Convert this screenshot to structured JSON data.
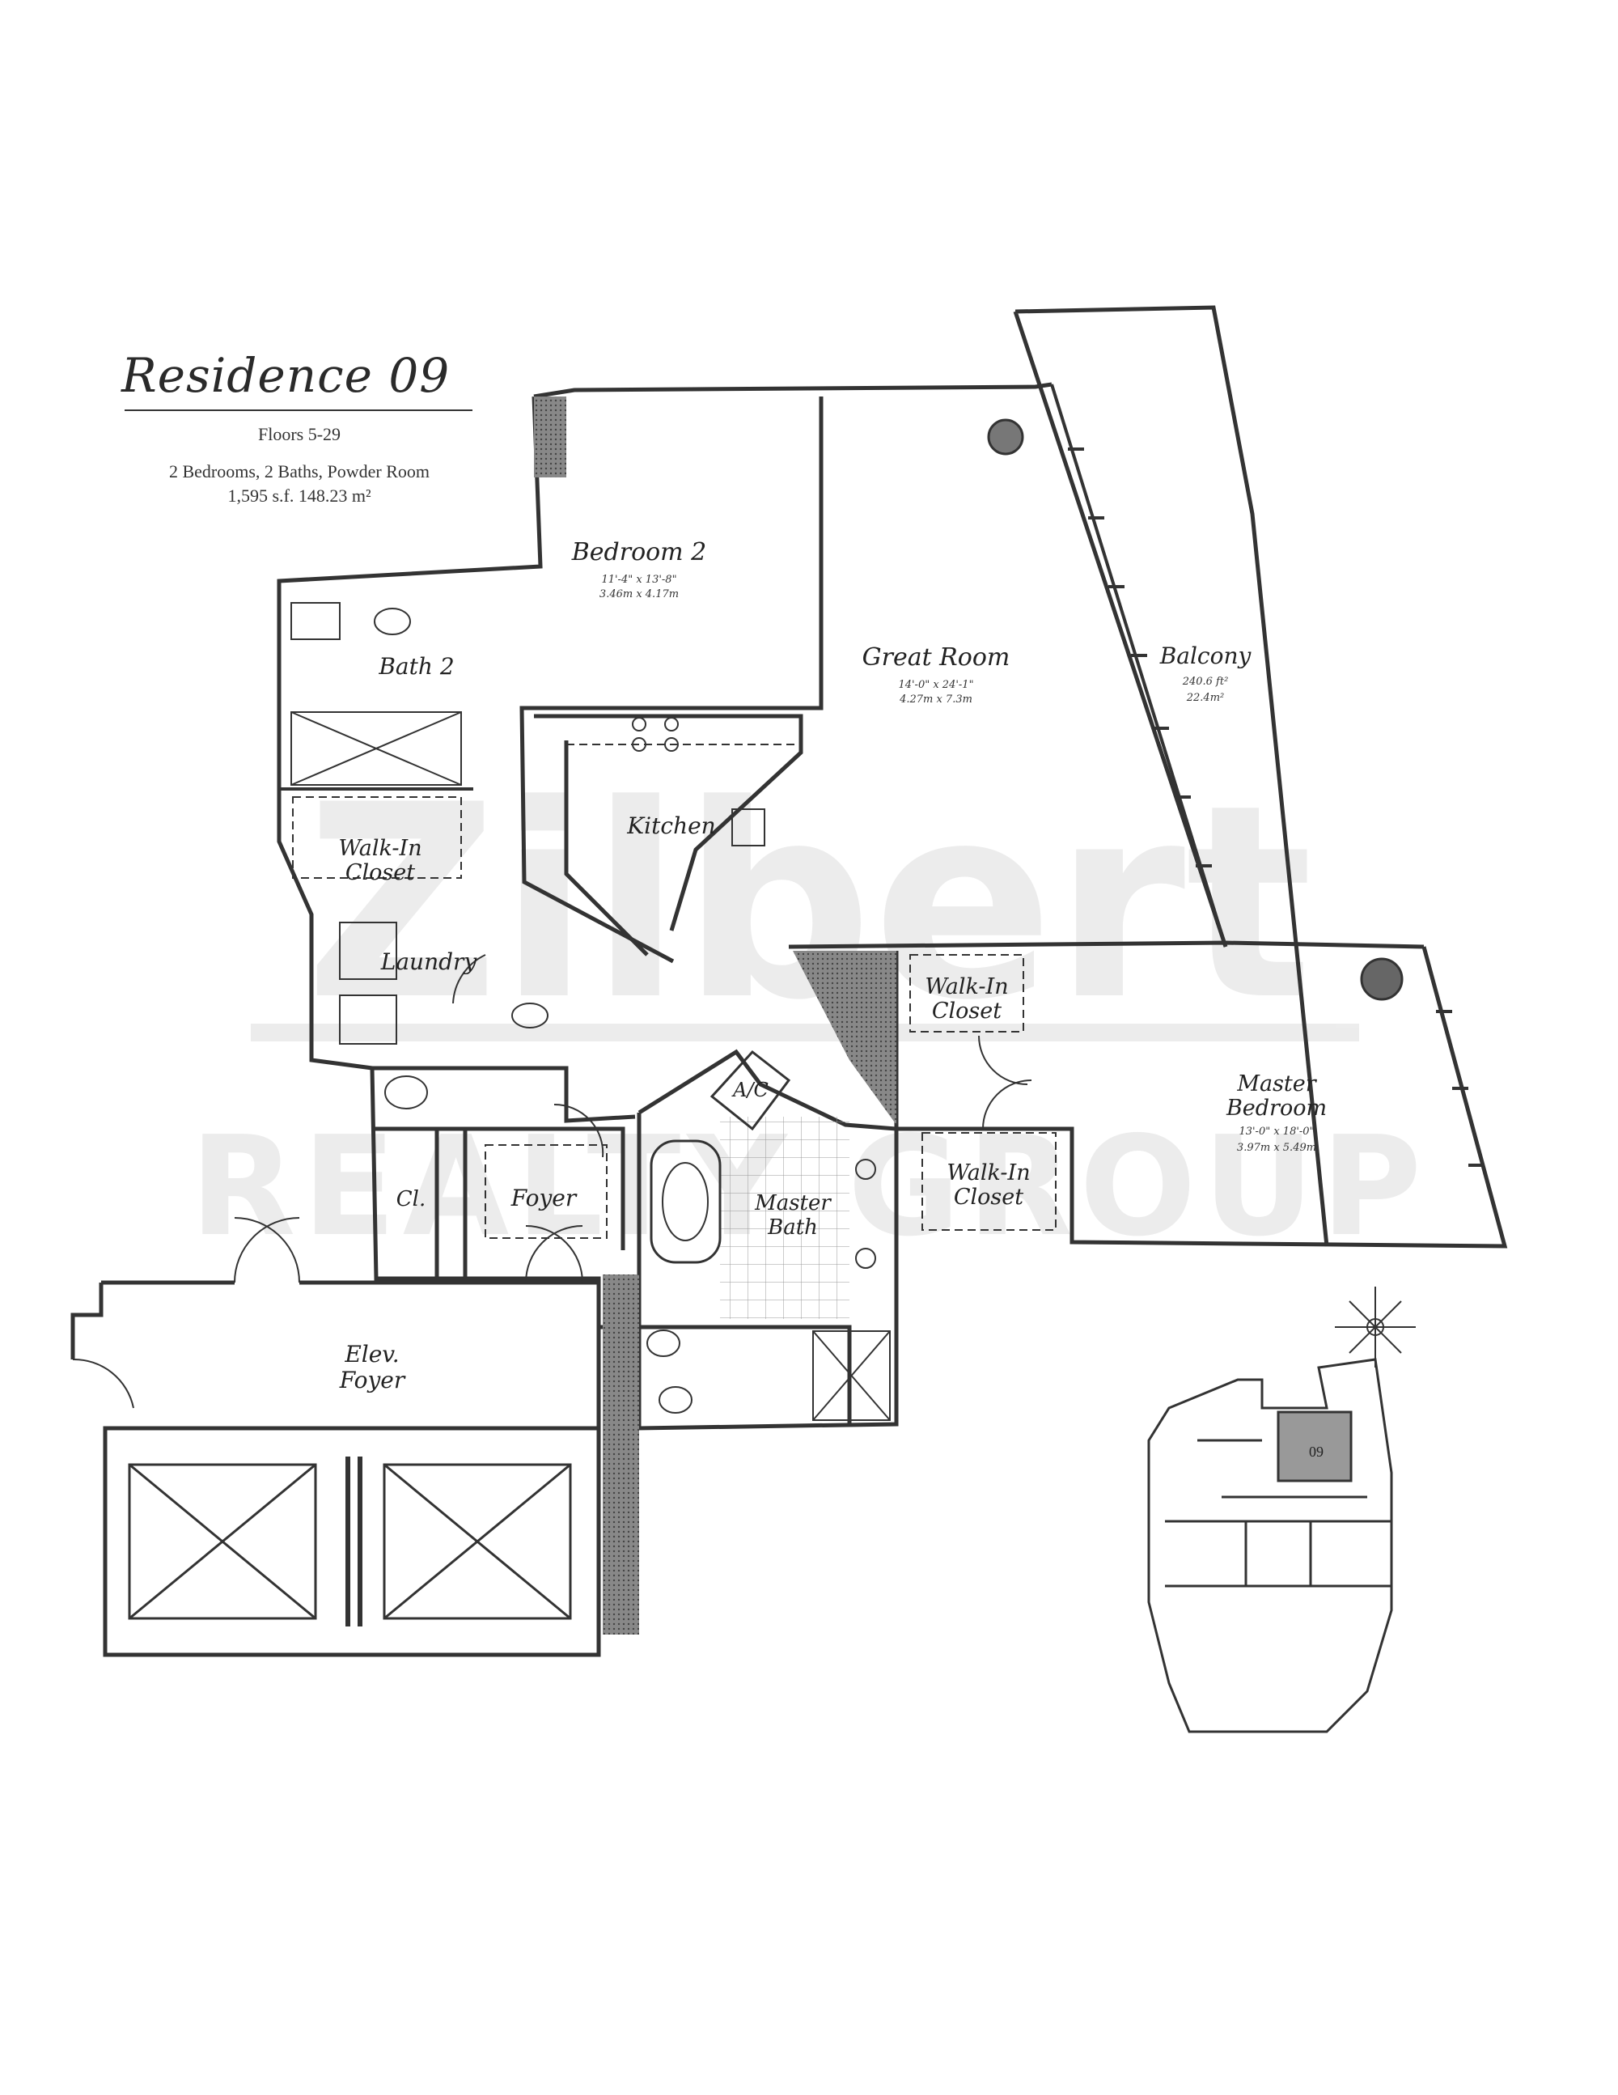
{
  "title": "Residence 09",
  "floors": "Floors 5-29",
  "details_line1": "2 Bedrooms, 2 Baths, Powder Room",
  "details_line2": "1,595 s.f.  148.23 m²",
  "watermark": {
    "line1": "Zilbert",
    "line2": "REALTY GROUP"
  },
  "rooms": {
    "bedroom2": {
      "name": "Bedroom 2",
      "dim_ft": "11'-4\" x 13'-8\"",
      "dim_m": "3.46m x 4.17m"
    },
    "bath2": {
      "name": "Bath 2"
    },
    "great_room": {
      "name": "Great Room",
      "dim_ft": "14'-0\" x 24'-1\"",
      "dim_m": "4.27m x 7.3m"
    },
    "balcony": {
      "name": "Balcony",
      "dim_ft": "240.6 ft²",
      "dim_m": "22.4m²"
    },
    "kitchen": {
      "name": "Kitchen"
    },
    "walkin_closet_1": {
      "name_l1": "Walk-In",
      "name_l2": "Closet"
    },
    "laundry": {
      "name": "Laundry"
    },
    "walkin_closet_2": {
      "name_l1": "Walk-In",
      "name_l2": "Closet"
    },
    "ac": {
      "name": "A/C"
    },
    "master_bedroom": {
      "name_l1": "Master",
      "name_l2": "Bedroom",
      "dim_ft": "13'-0\" x 18'-0\"",
      "dim_m": "3.97m x 5.49m"
    },
    "walkin_closet_3": {
      "name_l1": "Walk-In",
      "name_l2": "Closet"
    },
    "closet": {
      "name": "Cl."
    },
    "foyer": {
      "name": "Foyer"
    },
    "master_bath": {
      "name_l1": "Master",
      "name_l2": "Bath"
    },
    "elev_foyer": {
      "name_l1": "Elev.",
      "name_l2": "Foyer"
    }
  },
  "keyplan": {
    "unit_label": "09"
  },
  "colors": {
    "ink": "#333333",
    "hatch": "#555555",
    "watermark": "#000000"
  }
}
